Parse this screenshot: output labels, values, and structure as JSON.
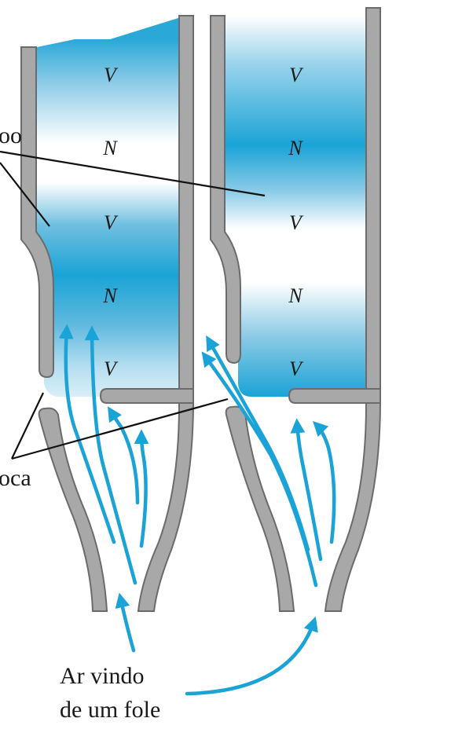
{
  "labels": {
    "top_left_fragment": "oo",
    "bottom_left_fragment": "oca",
    "source_line1": "Ar vindo",
    "source_line2": "de um fole"
  },
  "left_pipe_nodes": [
    "V",
    "N",
    "V",
    "N",
    "V"
  ],
  "right_pipe_nodes": [
    "V",
    "N",
    "V",
    "N",
    "V"
  ],
  "colors": {
    "air_blue": "#1aa3d6",
    "wall_gray": "#a8a8a8",
    "text": "#1a1a1a"
  },
  "icons": {
    "flow_arrow": "arrow-icon"
  }
}
